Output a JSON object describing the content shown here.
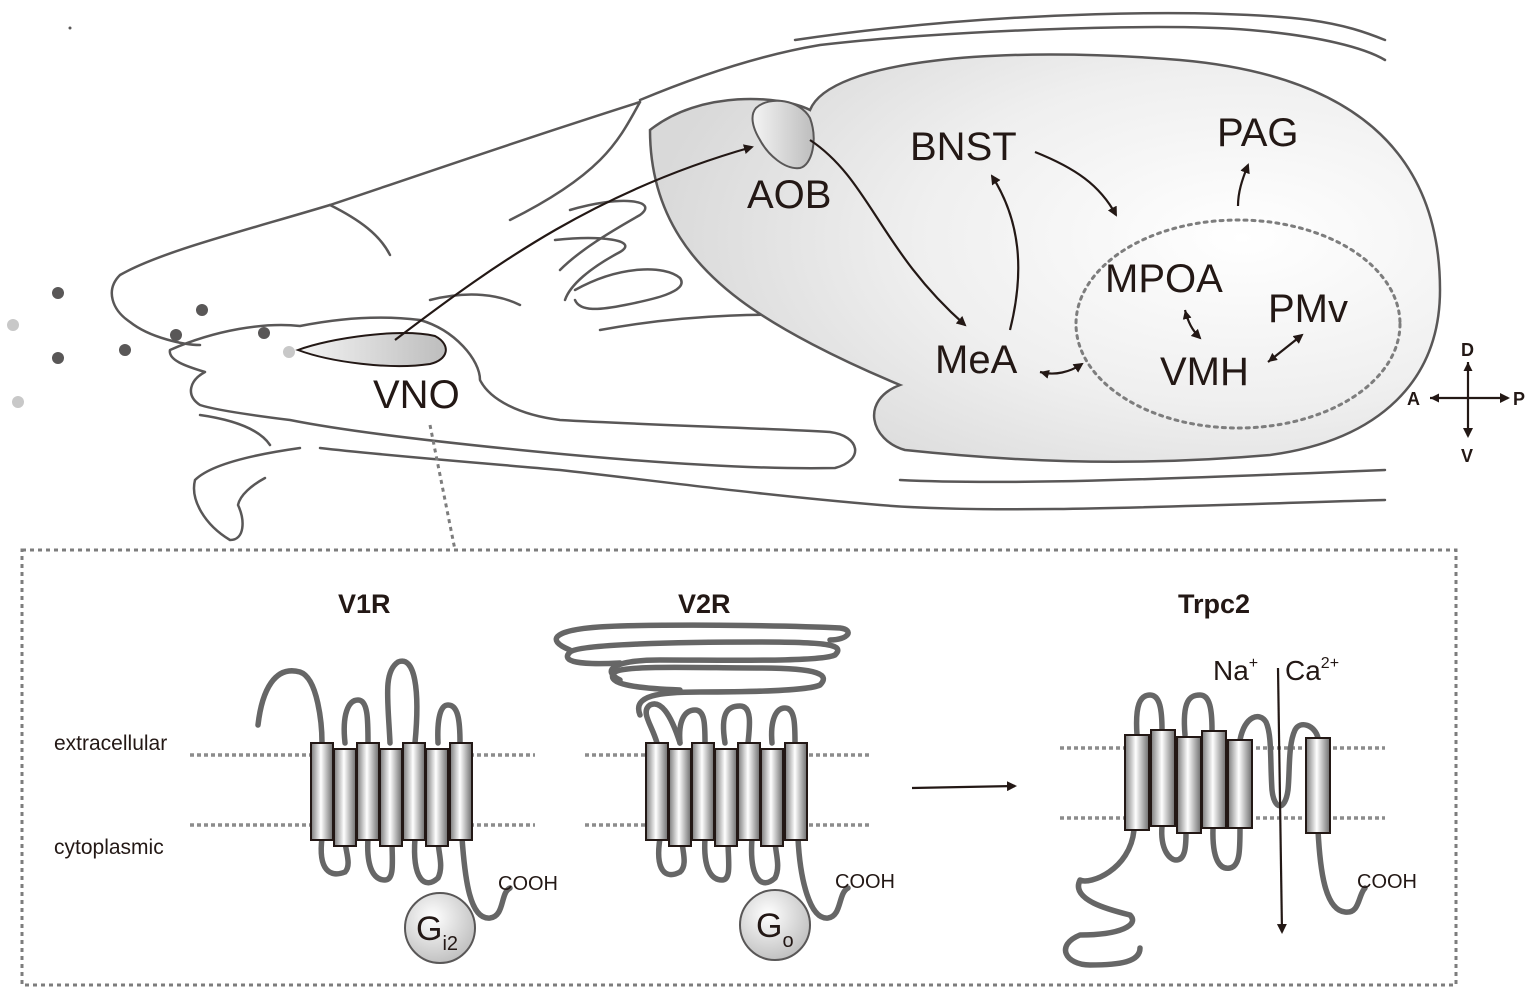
{
  "regions": {
    "vno": "VNO",
    "aob": "AOB",
    "bnst": "BNST",
    "pag": "PAG",
    "mpoa": "MPOA",
    "pmv": "PMv",
    "mea": "MeA",
    "vmh": "VMH"
  },
  "orientation": {
    "dorsal": "D",
    "ventral": "V",
    "anterior": "A",
    "posterior": "P"
  },
  "receptors": {
    "v1r": {
      "title": "V1R",
      "g_base": "G",
      "g_sub": "i2",
      "terminus": "COOH"
    },
    "v2r": {
      "title": "V2R",
      "g_base": "G",
      "g_sub": "o",
      "terminus": "COOH"
    },
    "trpc2": {
      "title": "Trpc2",
      "ion1": "Na",
      "ion1_sup": "+",
      "ion2": "Ca",
      "ion2_sup": "2+",
      "terminus": "COOH"
    }
  },
  "membrane_labels": {
    "extracellular": "extracellular",
    "cytoplasmic": "cytoplasmic"
  }
}
